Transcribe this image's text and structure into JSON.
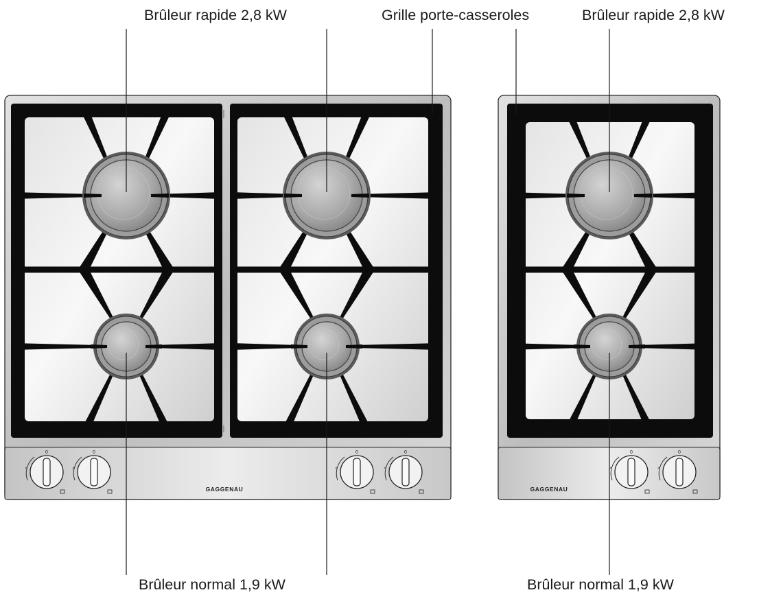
{
  "labels": {
    "rapid_left": "Brûleur rapide 2,8 kW",
    "grate": "Grille porte-casseroles",
    "rapid_right": "Brûleur rapide 2,8 kW",
    "normal_left": "Brûleur normal 1,9 kW",
    "normal_right": "Brûleur normal 1,9 kW"
  },
  "brand": "GAGGENAU",
  "knob_marks": {
    "top": "0",
    "left": "^"
  },
  "colors": {
    "stainless": "#cfcfcf",
    "stainless_dark": "#9a9a9a",
    "panel": "#e6e6e6",
    "grate_black": "#0c0c0c",
    "outline": "#2a2a2a"
  },
  "icons": {
    "cooktop_wide": "four-burner-gas-cooktop",
    "cooktop_narrow": "two-burner-gas-cooktop",
    "knob": "control-knob-icon",
    "burner": "gas-burner-cap"
  }
}
